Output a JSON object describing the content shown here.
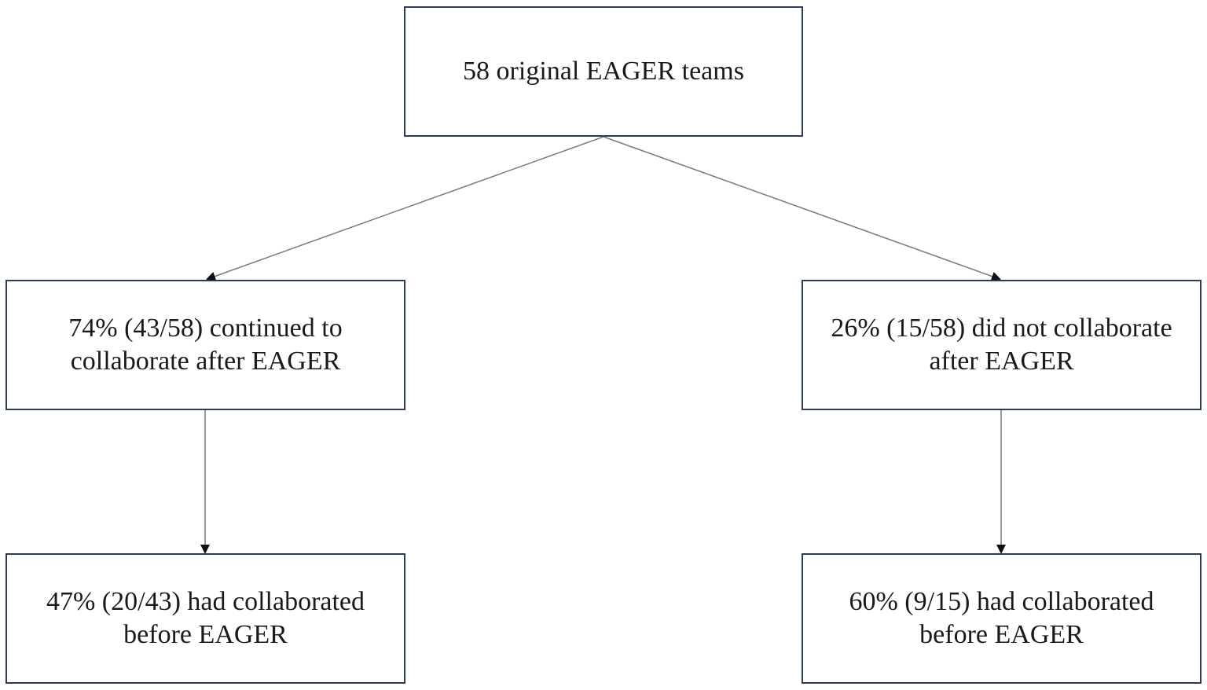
{
  "nodes": {
    "root": {
      "label": "58 original EAGER teams"
    },
    "continued": {
      "label": "74% (43/58) continued to\ncollaborate after EAGER"
    },
    "not_continued": {
      "label": "26% (15/58) did not collaborate\nafter EAGER"
    },
    "continued_prior": {
      "label": "47% (20/43) had collaborated\nbefore EAGER"
    },
    "not_continued_prior": {
      "label": "60% (9/15) had collaborated\nbefore EAGER"
    }
  },
  "edges": [
    {
      "from": "root",
      "to": "continued"
    },
    {
      "from": "root",
      "to": "not_continued"
    },
    {
      "from": "continued",
      "to": "continued_prior"
    },
    {
      "from": "not_continued",
      "to": "not_continued_prior"
    }
  ],
  "colors": {
    "box_border": "#2b3a55",
    "line": "#7a7a7a",
    "arrowhead": "#111111",
    "text": "#1a1a1a"
  }
}
